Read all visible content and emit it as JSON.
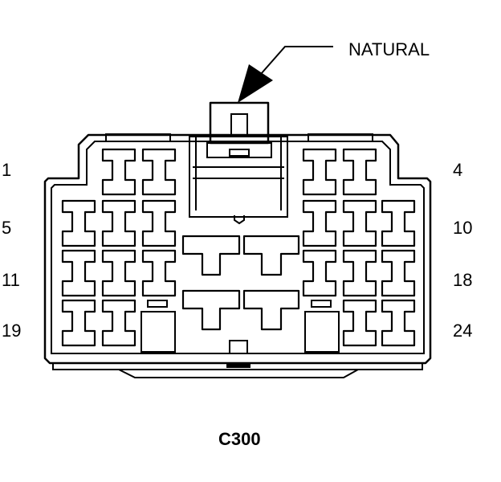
{
  "callout": {
    "text": "NATURAL"
  },
  "connector": {
    "id": "C300"
  },
  "pin_labels": {
    "row1_left": "1",
    "row1_right": "4",
    "row2_left": "5",
    "row2_right": "10",
    "row3_left": "11",
    "row3_right": "18",
    "row4_left": "19",
    "row4_right": "24"
  }
}
